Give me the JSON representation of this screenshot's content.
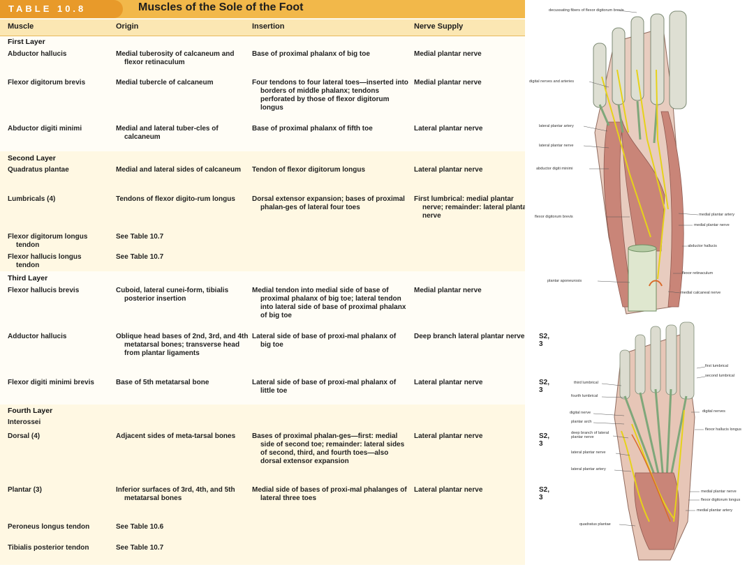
{
  "table_label": "TABLE 10.8",
  "title": "Muscles of the Sole of the Foot",
  "columns": [
    "Muscle",
    "Origin",
    "Insertion",
    "Nerve Supply"
  ],
  "layers": {
    "first": "First Layer",
    "second": "Second Layer",
    "third": "Third Layer",
    "fourth": "Fourth Layer",
    "interossei": "Interossei"
  },
  "rows": [
    {
      "muscle": "Abductor hallucis",
      "origin": "Medial tuberosity of calcaneum and flexor retinaculum",
      "insertion": "Base of proximal phalanx of big toe",
      "nerve": "Medial plantar nerve",
      "seg": ""
    },
    {
      "muscle": "Flexor digitorum brevis",
      "origin": "Medial tubercle of calcaneum",
      "insertion": "Four tendons to four lateral toes—inserted into borders of middle phalanx; tendons perforated by those of flexor digitorum longus",
      "nerve": "Medial plantar nerve",
      "seg": ""
    },
    {
      "muscle": "Abductor digiti minimi",
      "origin": "Medial and lateral tuber-cles of calcaneum",
      "insertion": "Base of proximal phalanx of fifth toe",
      "nerve": "Lateral plantar nerve",
      "seg": ""
    },
    {
      "muscle": "Quadratus plantae",
      "origin": "Medial and lateral sides of calcaneum",
      "insertion": "Tendon of flexor digitorum longus",
      "nerve": "Lateral plantar nerve",
      "seg": ""
    },
    {
      "muscle": "Lumbricals (4)",
      "origin": "Tendons of flexor digito-rum longus",
      "insertion": "Dorsal extensor expansion; bases of proximal phalan-ges of lateral four toes",
      "nerve": "First lumbrical: medial plantar nerve; remainder: lateral plantar nerve",
      "seg": ""
    },
    {
      "muscle": "Flexor digitorum longus tendon",
      "origin": "See Table 10.7",
      "insertion": "",
      "nerve": "",
      "seg": ""
    },
    {
      "muscle": "Flexor hallucis longus tendon",
      "origin": "See Table 10.7",
      "insertion": "",
      "nerve": "",
      "seg": ""
    },
    {
      "muscle": "Flexor hallucis brevis",
      "origin": "Cuboid, lateral cunei-form, tibialis posterior insertion",
      "insertion": "Medial tendon into medial side of base of proximal phalanx of big toe; lateral tendon into lateral side of base of proximal phalanx of big toe",
      "nerve": "Medial plantar nerve",
      "seg": ""
    },
    {
      "muscle": "Adductor hallucis",
      "origin": "Oblique head bases of 2nd, 3rd, and 4th metatarsal bones; transverse head from plantar ligaments",
      "insertion": "Lateral side of base of proxi-mal phalanx of big toe",
      "nerve": "Deep branch lateral plantar nerve",
      "seg": "S2, 3"
    },
    {
      "muscle": "Flexor digiti minimi brevis",
      "origin": "Base of 5th metatarsal bone",
      "insertion": "Lateral side of base of proxi-mal phalanx of little toe",
      "nerve": "Lateral plantar nerve",
      "seg": "S2, 3"
    },
    {
      "muscle": "Dorsal (4)",
      "origin": "Adjacent sides of meta-tarsal bones",
      "insertion": "Bases of proximal phalan-ges—first: medial side of second toe; remainder: lateral sides of second, third, and fourth toes—also dorsal extensor expansion",
      "nerve": "Lateral plantar nerve",
      "seg": "S2, 3"
    },
    {
      "muscle": "Plantar (3)",
      "origin": "Inferior surfaces of 3rd, 4th, and 5th metatarsal bones",
      "insertion": "Medial side of bases of proxi-mal phalanges of lateral three toes",
      "nerve": "Lateral plantar nerve",
      "seg": "S2, 3"
    },
    {
      "muscle": "Peroneus longus tendon",
      "origin": "See Table 10.6",
      "insertion": "",
      "nerve": "",
      "seg": ""
    },
    {
      "muscle": "Tibialis posterior tendon",
      "origin": "See Table 10.7",
      "insertion": "",
      "nerve": "",
      "seg": ""
    }
  ],
  "figure_top_labels": {
    "decussating": "decussating fibers of flexor digitorum brevis",
    "digital_nerves_arteries": "digital nerves and arteries",
    "lateral_plantar_artery": "lateral plantar artery",
    "lateral_plantar_nerve": "lateral plantar nerve",
    "abductor_digiti_minimi": "abductor digiti minimi",
    "flexor_digitorum_brevis": "flexor digitorum brevis",
    "plantar_aponeurosis": "plantar aponeurosis",
    "medial_plantar_artery": "medial plantar artery",
    "medial_plantar_nerve": "medial plantar nerve",
    "abductor_hallucis": "abductor hallucis",
    "flexor_retinaculum": "flexor retinaculum",
    "medial_calcaneal_nerve": "medial calcaneal nerve"
  },
  "figure_bottom_labels": {
    "first_lumbrical": "first lumbrical",
    "second_lumbrical": "second lumbrical",
    "third_lumbrical": "third lumbrical",
    "fourth_lumbrical": "fourth lumbrical",
    "digital_nerves": "digital nerves",
    "digital_nerve": "digital nerve",
    "plantar_arch": "plantar arch",
    "flexor_hallucis_longus": "flexor hallucis longus",
    "deep_branch": "deep branch of lateral plantar nerve",
    "lateral_plantar_nerve": "lateral plantar nerve",
    "lateral_plantar_artery": "lateral plantar artery",
    "medial_plantar_nerve": "medial plantar nerve",
    "flexor_digitorum_longus": "flexor digitorum longus",
    "medial_plantar_artery": "medial plantar artery",
    "quadratus_plantae": "quadratus plantae"
  },
  "colors": {
    "header": "#f2b84a",
    "tag": "#e89a2a",
    "muscle": "#c98578",
    "nerve": "#e6d21a",
    "tendon": "#7fa77a"
  }
}
